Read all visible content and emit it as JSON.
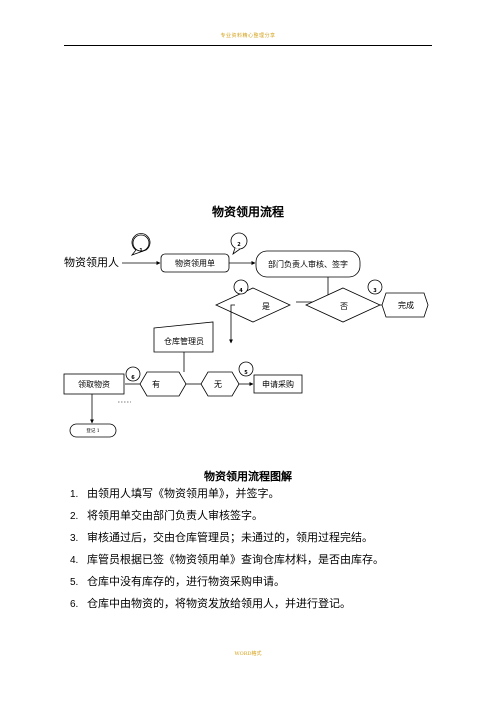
{
  "header": {
    "text": "专业资料精心整理分享"
  },
  "title": "物资领用流程",
  "flowchart": {
    "start_label": "物资领用人",
    "form_label": "物资领用单",
    "review_label": "部门负责人审核、签字",
    "yes_label": "是",
    "no_label": "否",
    "done_label": "完成",
    "warehouse_label": "仓库管理员",
    "have_label": "有",
    "none_label": "无",
    "purchase_label": "申请采购",
    "receive_label": "领取物资",
    "register_label": "登记 1",
    "step_markers": [
      "1",
      "2",
      "3",
      "4",
      "5",
      "6"
    ]
  },
  "subtitle": "物资领用流程图解",
  "steps": [
    {
      "num": "1.",
      "text": "由领用人填写《物资领用单》，并签字。"
    },
    {
      "num": "2.",
      "text": "将领用单交由部门负责人审核签字。"
    },
    {
      "num": "3.",
      "text": "审核通过后，交由仓库管理员；未通过的，领用过程完结。"
    },
    {
      "num": "4.",
      "text": "库管员根据已签《物资领用单》查询仓库材料，是否由库存。"
    },
    {
      "num": "5.",
      "text": "仓库中没有库存的，进行物资采购申请。"
    },
    {
      "num": "6.",
      "text": "仓库中由物资的，将物资发放给领用人，并进行登记。"
    }
  ],
  "footer": {
    "text": "WORD格式"
  }
}
